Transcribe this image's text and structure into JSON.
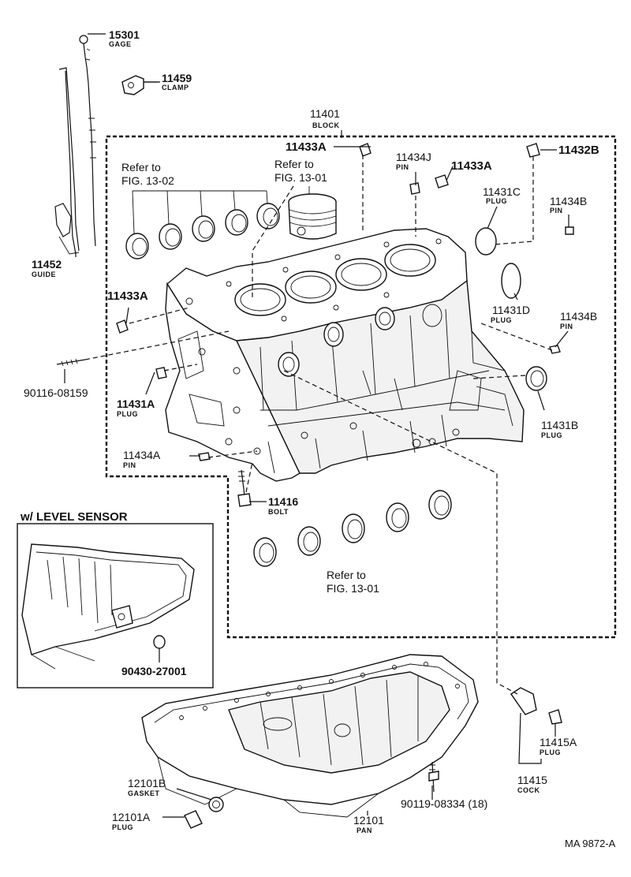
{
  "parts": {
    "p15301": {
      "num": "15301",
      "sub": "GAGE"
    },
    "p11459": {
      "num": "11459",
      "sub": "CLAMP"
    },
    "p11401": {
      "num": "11401",
      "sub": "BLOCK"
    },
    "p11433A_top": {
      "num": "11433A"
    },
    "p11432B": {
      "num": "11432B"
    },
    "p11434J": {
      "num": "11434J",
      "sub": "PIN"
    },
    "p11433A_mid": {
      "num": "11433A"
    },
    "p11431C": {
      "num": "11431C",
      "sub": "PLUG"
    },
    "p11434B_a": {
      "num": "11434B",
      "sub": "PIN"
    },
    "p11452": {
      "num": "11452",
      "sub": "GUIDE"
    },
    "p11433A_left": {
      "num": "11433A"
    },
    "p11431D": {
      "num": "11431D",
      "sub": "PLUG"
    },
    "p11434B_b": {
      "num": "11434B",
      "sub": "PIN"
    },
    "p90116": {
      "num": "90116-08159"
    },
    "p11431A": {
      "num": "11431A",
      "sub": "PLUG"
    },
    "p11431B": {
      "num": "11431B",
      "sub": "PLUG"
    },
    "p11434A": {
      "num": "11434A",
      "sub": "PIN"
    },
    "p11416": {
      "num": "11416",
      "sub": "BOLT"
    },
    "p90430": {
      "num": "90430-27001"
    },
    "p12101B": {
      "num": "12101B",
      "sub": "GASKET"
    },
    "p12101A": {
      "num": "12101A",
      "sub": "PLUG"
    },
    "p12101": {
      "num": "12101",
      "sub": "PAN"
    },
    "p90119": {
      "num": "90119-08334 (18)"
    },
    "p11415A": {
      "num": "11415A",
      "sub": "PLUG"
    },
    "p11415": {
      "num": "11415",
      "sub": "COCK"
    }
  },
  "refs": {
    "bearings_top": {
      "line1": "Refer to",
      "line2": "FIG. 13-02"
    },
    "piston": {
      "line1": "Refer to",
      "line2": "FIG. 13-01"
    },
    "bearings_bottom": {
      "line1": "Refer to",
      "line2": "FIG. 13-01"
    }
  },
  "inset": {
    "title": "w/ LEVEL SENSOR"
  },
  "figure_code": "MA  9872-A"
}
